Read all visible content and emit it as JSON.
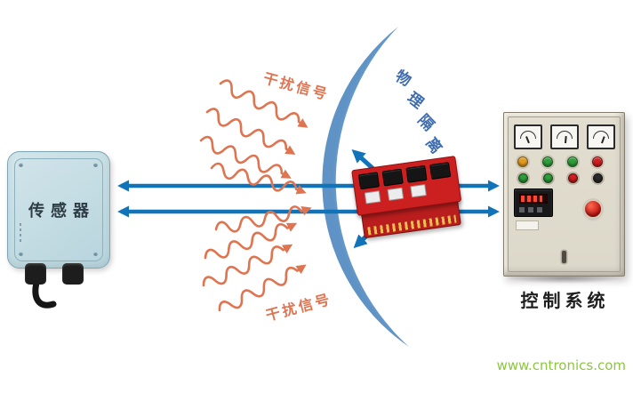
{
  "sensor": {
    "label": "传感器"
  },
  "isolation": {
    "label": "物理隔离",
    "chars": [
      "物",
      "理",
      "隔",
      "离"
    ]
  },
  "interference": {
    "top": "干扰信号",
    "bottom": "干扰信号"
  },
  "control": {
    "label": "控制系统"
  },
  "watermark": {
    "text": "www.cntronics.com"
  },
  "colors": {
    "signal_arrow": "#1173b8",
    "interference": "#df7450",
    "isolation_text": "#3e6cb0",
    "shield_edge": "#5f93c6",
    "watermark": "#8dc63f",
    "sensor_body": "#b7d4dd",
    "pcb_red": "#cc2020",
    "cabinet_body": "#dcd8ca",
    "lamp_amber": "#e49a1f",
    "lamp_green": "#2e9e3a",
    "lamp_red": "#cf1f1f"
  }
}
